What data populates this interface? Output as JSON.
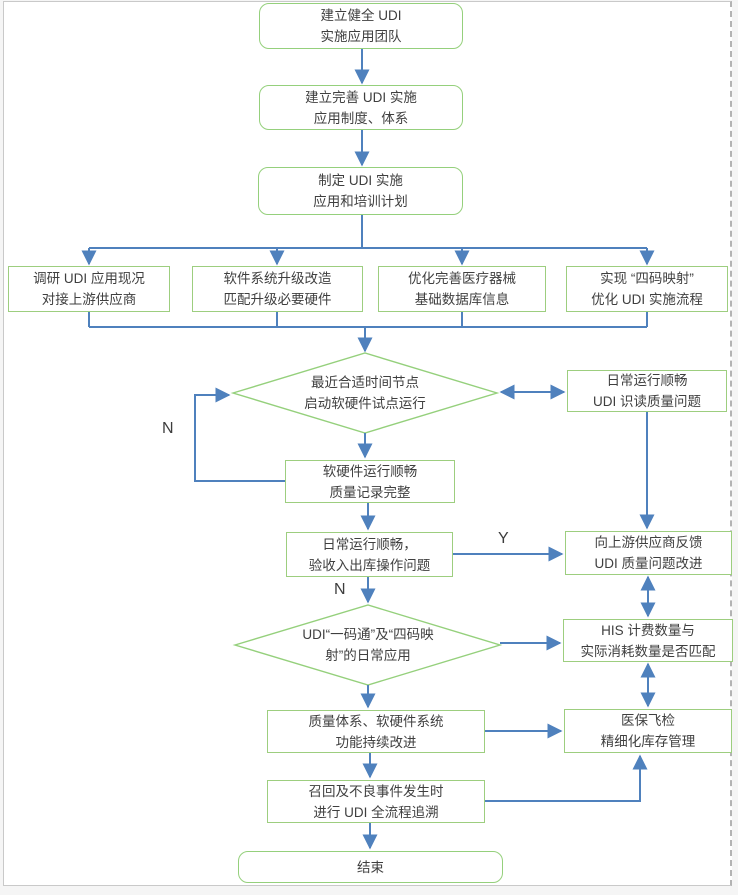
{
  "diagram": {
    "title": "UDI implementation flowchart",
    "colors": {
      "connector": "#4f81bd",
      "rect_border": "#9dce7f",
      "rounded_border": "#95d07c",
      "text": "#3f3f3f"
    },
    "nodes": {
      "team": {
        "line1": "建立健全 UDI",
        "line2": "实施应用团队"
      },
      "system": {
        "line1": "建立完善 UDI 实施",
        "line2": "应用制度、体系"
      },
      "plan": {
        "line1": "制定 UDI 实施",
        "line2": "应用和培训计划"
      },
      "research": {
        "line1": "调研 UDI 应用现况",
        "line2": "对接上游供应商"
      },
      "upgrade": {
        "line1": "软件系统升级改造",
        "line2": "匹配升级必要硬件"
      },
      "database": {
        "line1": "优化完善医疗器械",
        "line2": "基础数据库信息"
      },
      "mapping": {
        "line1": "实现 “四码映射”",
        "line2": "优化 UDI 实施流程"
      },
      "pilot": {
        "line1": "最近合适时间节点",
        "line2": "启动软硬件试点运行"
      },
      "daily_quality": {
        "line1": "日常运行顺畅",
        "line2": "UDI 识读质量问题"
      },
      "run_ok": {
        "line1": "软硬件运行顺畅",
        "line2": "质量记录完整"
      },
      "daily_ops": {
        "line1": "日常运行顺畅，",
        "line2": "验收入出库操作问题"
      },
      "feedback": {
        "line1": "向上游供应商反馈",
        "line2": "UDI 质量问题改进"
      },
      "daily_app": {
        "line1": "UDI“一码通”及“四码映",
        "line2": "射”的日常应用"
      },
      "his": {
        "line1": "HIS 计费数量与",
        "line2": "实际消耗数量是否匹配"
      },
      "improve": {
        "line1": "质量体系、软硬件系统",
        "line2": "功能持续改进"
      },
      "inspection": {
        "line1": "医保飞检",
        "line2": "精细化库存管理"
      },
      "recall": {
        "line1": "召回及不良事件发生时",
        "line2": "进行 UDI 全流程追溯"
      },
      "end": {
        "line1": "结束"
      }
    },
    "branch_labels": {
      "n_loop": "N",
      "yes": "Y",
      "no": "N"
    }
  }
}
